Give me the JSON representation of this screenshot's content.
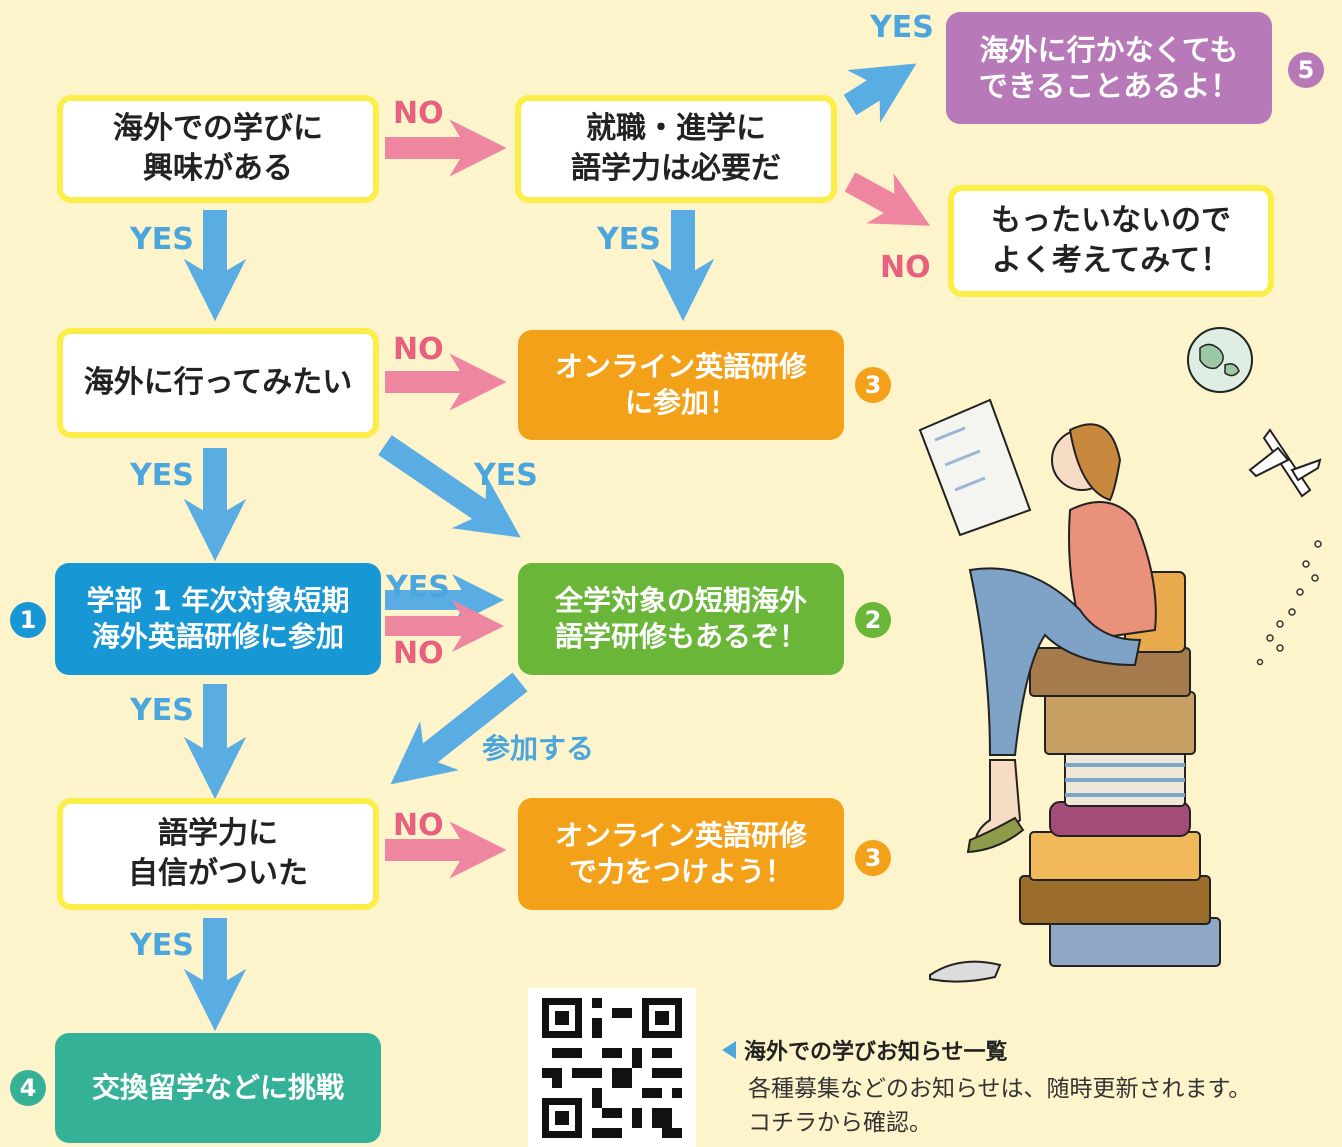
{
  "nodes": {
    "interest": "海外での学びに\n興味がある",
    "job": "就職・進学に\n語学力は必要だ",
    "no_abroad": "海外に行かなくても\nできることあるよ！",
    "mottainai": "もったいないので\nよく考えてみて！",
    "want_abroad": "海外に行ってみたい",
    "online1": "オンライン英語研修\nに参加！",
    "first_year": "学部 1 年次対象短期\n海外英語研修に参加",
    "all_short": "全学対象の短期海外\n語学研修もあるぞ！",
    "confidence": "語学力に\n自信がついた",
    "online2": "オンライン英語研修\nで力をつけよう！",
    "exchange": "交換留学などに挑戦"
  },
  "labels": {
    "yes": "YES",
    "no": "NO",
    "join": "参加する"
  },
  "badges": {
    "b1": "1",
    "b2": "2",
    "b3": "3",
    "b4": "4",
    "b5": "5"
  },
  "info": {
    "title": "海外での学びお知らせ一覧",
    "body": "各種募集などのお知らせは、随時更新されます。\nコチラから確認。"
  },
  "colors": {
    "background": "#fdf4cc",
    "question_border": "#fbee48",
    "yes_arrow": "#5aade3",
    "no_arrow": "#ee86a0",
    "orange": "#f4a11a",
    "green": "#6ab638",
    "blue": "#1797d4",
    "teal": "#35b197",
    "purple": "#b779b8"
  }
}
